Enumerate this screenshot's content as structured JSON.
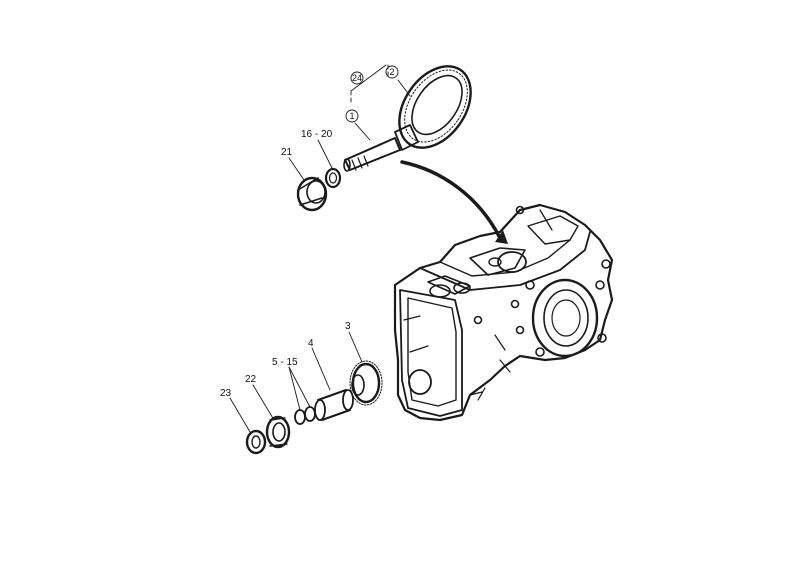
{
  "labels": {
    "l1": "1",
    "l2": "2",
    "l24": "24",
    "l16_20": "16 - 20",
    "l21": "21",
    "l3": "3",
    "l4": "4",
    "l5_15": "5 - 15",
    "l22": "22",
    "l23": "23"
  },
  "colors": {
    "ink": "#1a1a1a",
    "background": "#ffffff"
  }
}
